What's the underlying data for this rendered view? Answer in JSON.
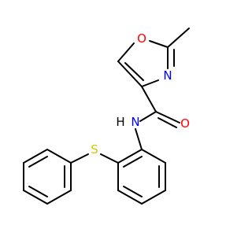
{
  "molecule": {
    "atoms": {
      "oxygen_ring": "O",
      "nitrogen_ring": "N",
      "nitrogen_amide": "N",
      "hydrogen_amide": "H",
      "oxygen_carbonyl": "O",
      "sulfur": "S"
    },
    "colors": {
      "bond": "#000000",
      "O": "#ff0000",
      "N": "#0000ff",
      "S": "#cccc00",
      "H": "#000000"
    }
  }
}
